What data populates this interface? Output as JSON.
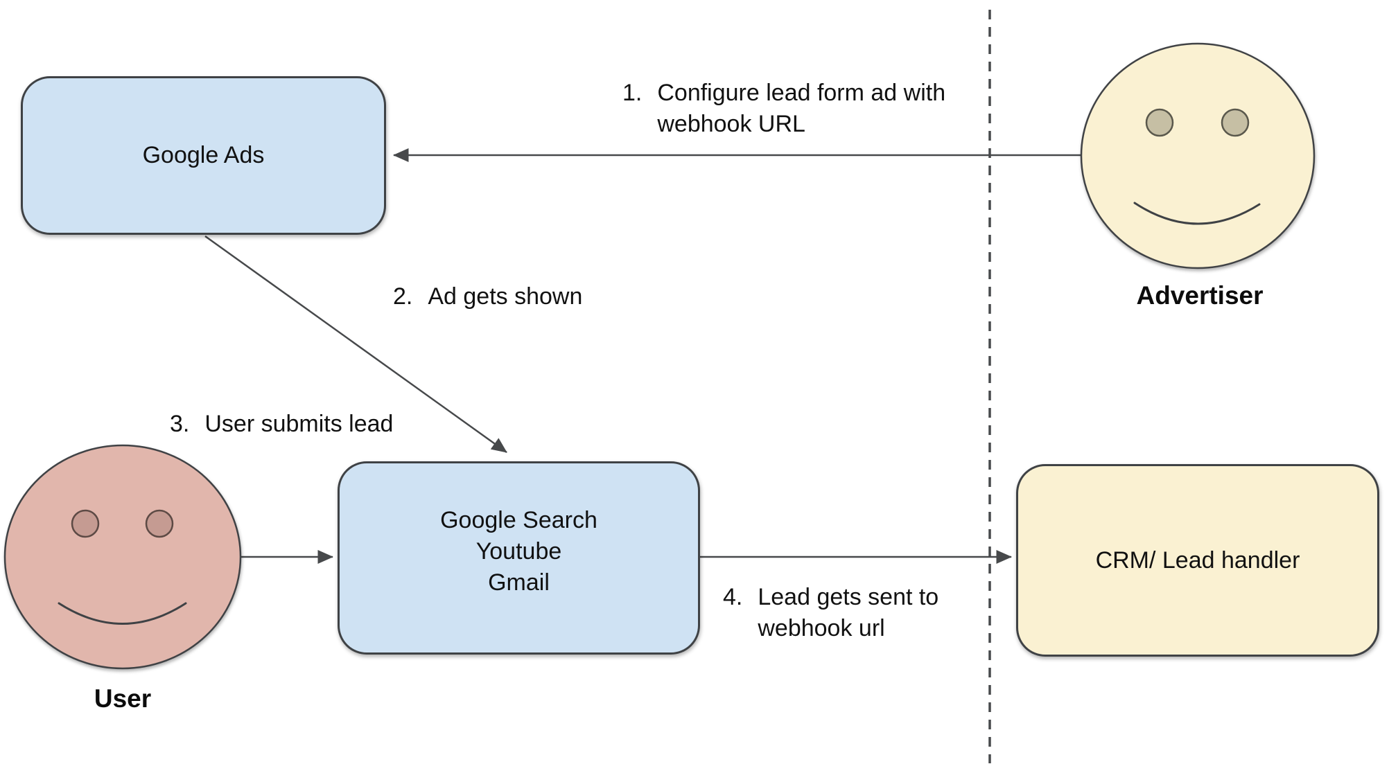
{
  "colors": {
    "background": "#ffffff",
    "node_blue_fill": "#cfe2f3",
    "cream_fill": "#faf1d2",
    "user_face_fill": "#e1b6ac",
    "advertiser_eye_fill": "#c6bfa4",
    "user_eye_fill": "#c59b92",
    "stroke_dark": "#47494b",
    "text": "#111111"
  },
  "nodes": {
    "google_ads": {
      "label": "Google Ads"
    },
    "google_surfaces": {
      "lines": [
        "Google Search",
        "Youtube",
        "Gmail"
      ]
    },
    "crm": {
      "label": "CRM/ Lead handler"
    }
  },
  "actors": {
    "advertiser": {
      "label": "Advertiser"
    },
    "user": {
      "label": "User"
    }
  },
  "steps": {
    "s1": {
      "num": "1.",
      "lines": [
        "Configure lead form ad with",
        "webhook URL"
      ]
    },
    "s2": {
      "num": "2.",
      "lines": [
        "Ad gets shown"
      ]
    },
    "s3": {
      "num": "3.",
      "lines": [
        "User submits lead"
      ]
    },
    "s4": {
      "num": "4.",
      "lines": [
        "Lead gets sent to",
        "webhook url"
      ]
    }
  }
}
